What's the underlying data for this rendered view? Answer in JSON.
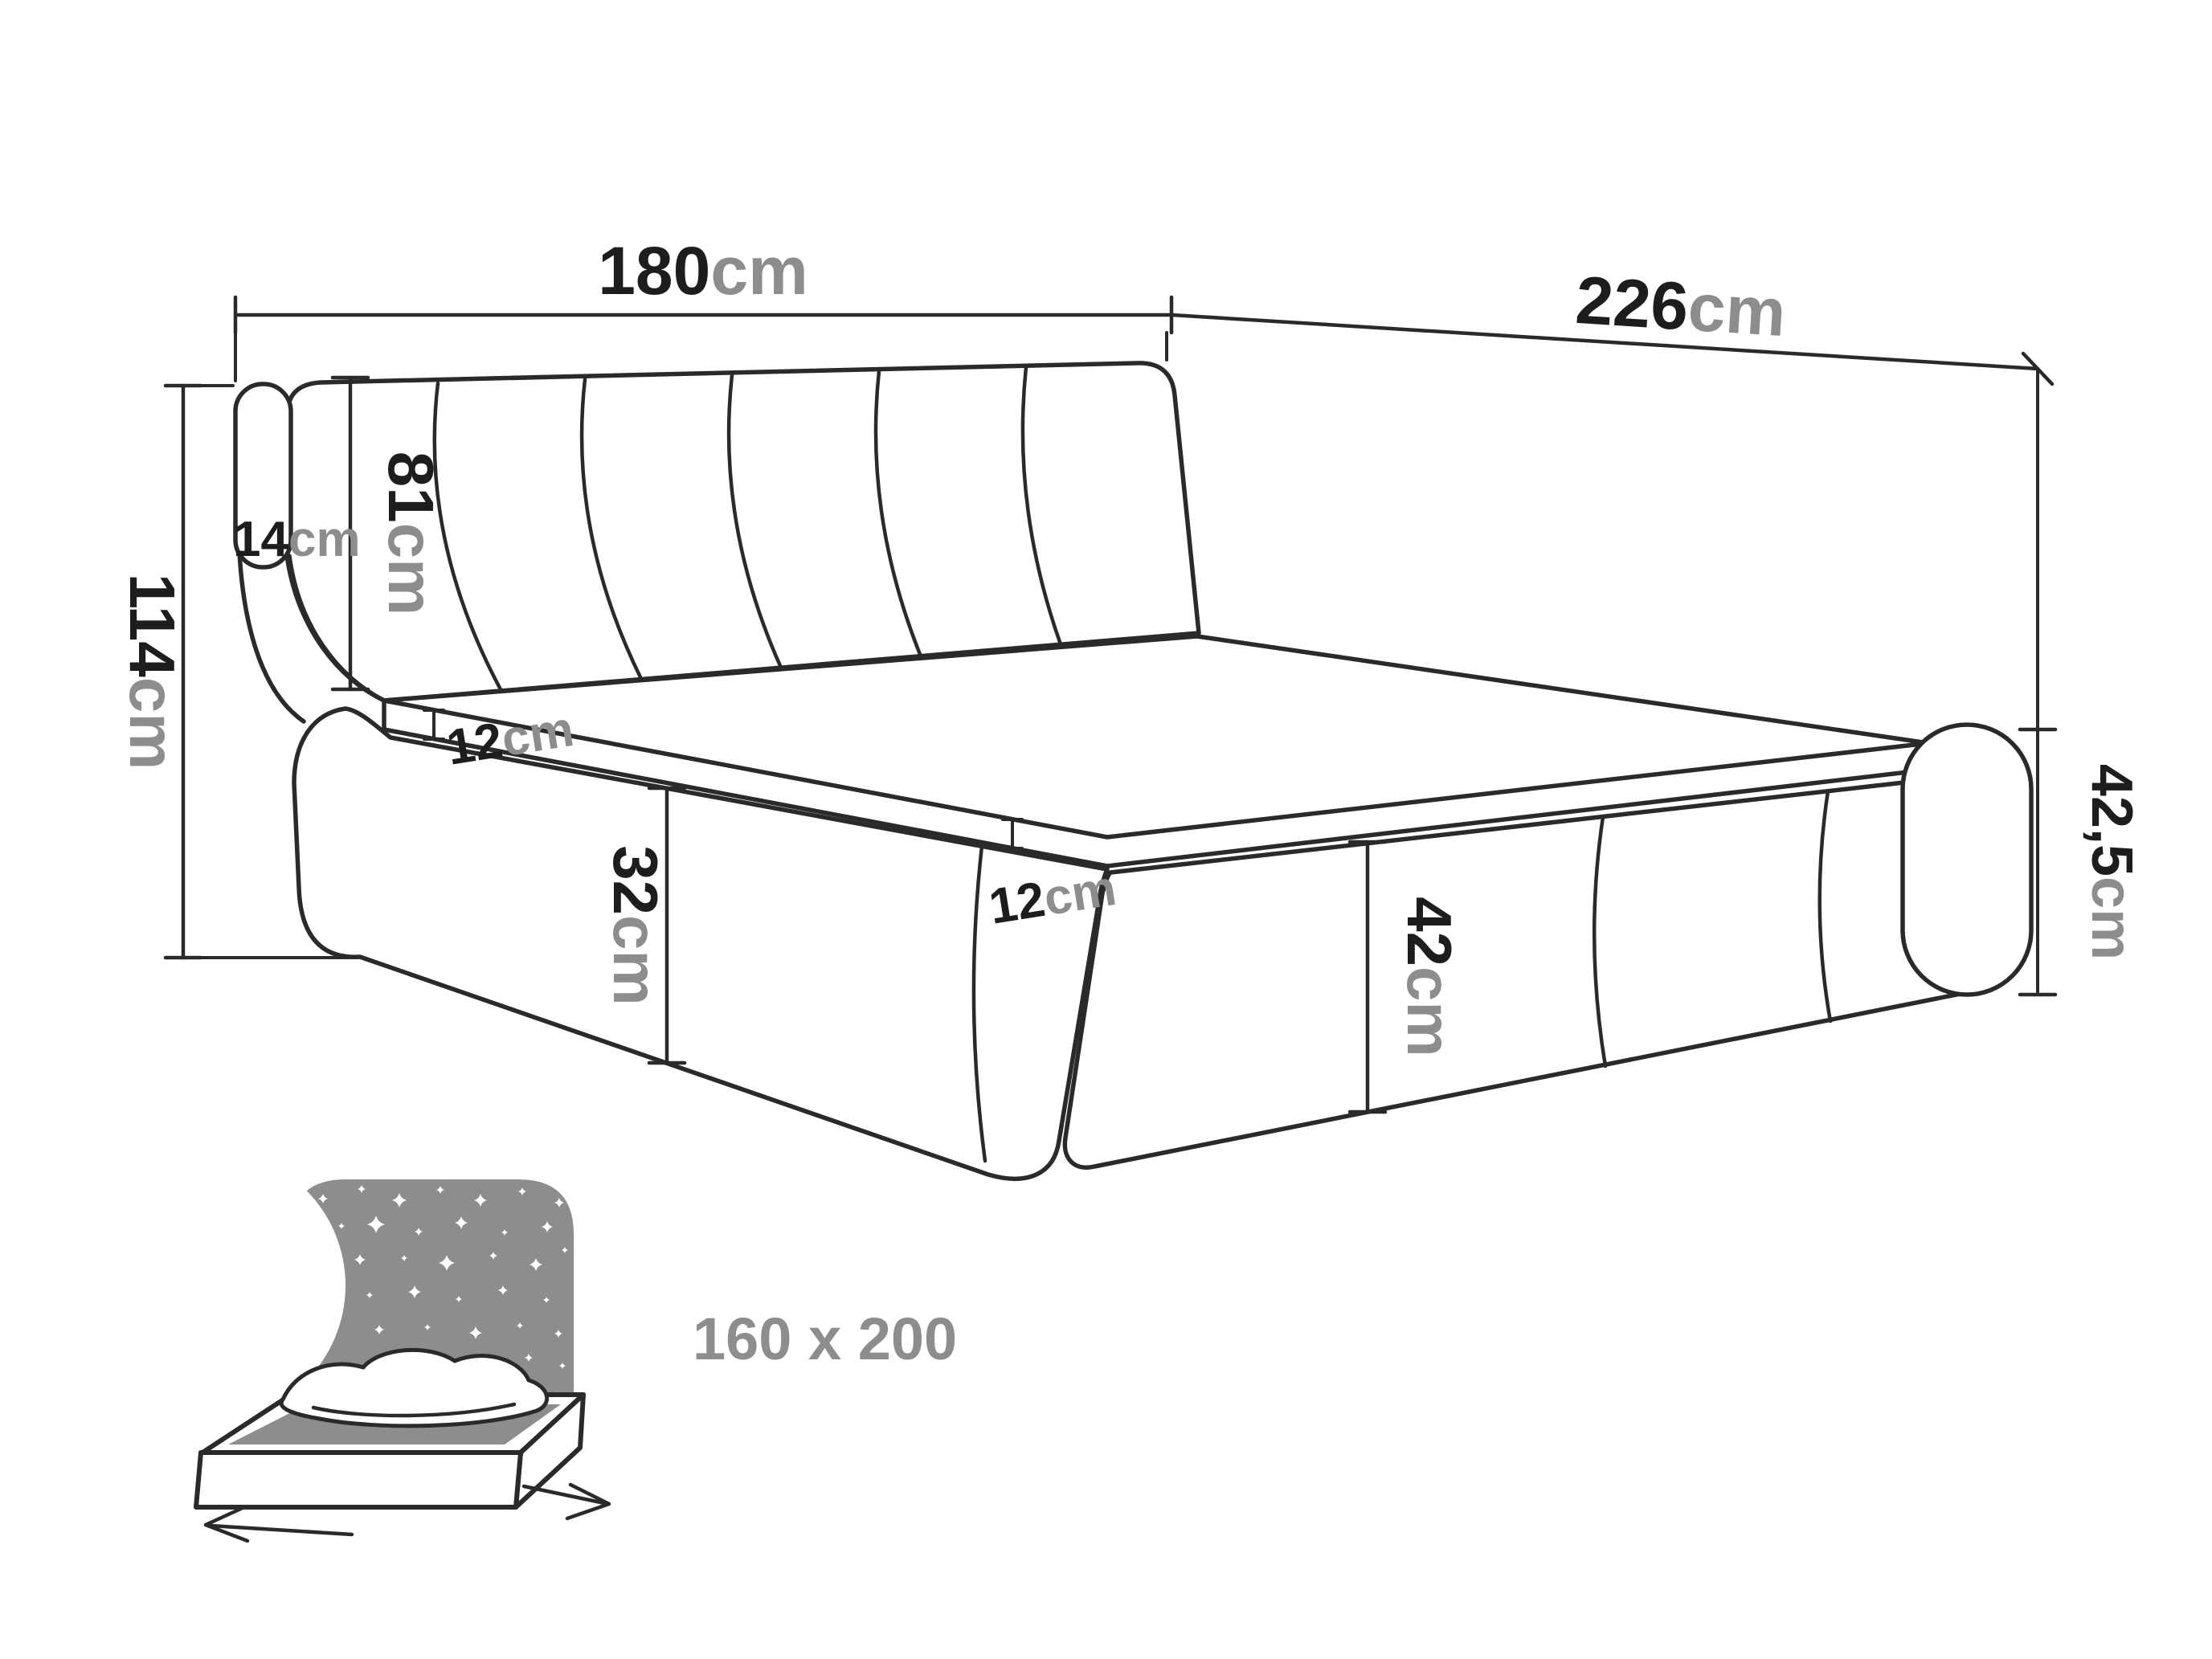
{
  "diagram": {
    "dimensions": {
      "width": {
        "value": "180",
        "unit": "cm"
      },
      "depth": {
        "value": "226",
        "unit": "cm"
      },
      "height": {
        "value": "114",
        "unit": "cm"
      },
      "headboard_thickness": {
        "value": "14",
        "unit": "cm"
      },
      "headboard_height": {
        "value": "81",
        "unit": "cm"
      },
      "mattress_edge_side": {
        "value": "12",
        "unit": "cm"
      },
      "frame_height_side": {
        "value": "32",
        "unit": "cm"
      },
      "mattress_edge_front": {
        "value": "12",
        "unit": "cm"
      },
      "frame_height_front": {
        "value": "42",
        "unit": "cm"
      },
      "footboard_height": {
        "value": "42,5",
        "unit": "cm"
      }
    },
    "icon_label": {
      "mattress_size": "160 x 200"
    },
    "colors": {
      "line": "#2a2a2a",
      "value_text": "#1d1d1d",
      "unit_text": "#8d8d8d",
      "icon_gray": "#8d8d8d",
      "background": "#ffffff"
    }
  }
}
